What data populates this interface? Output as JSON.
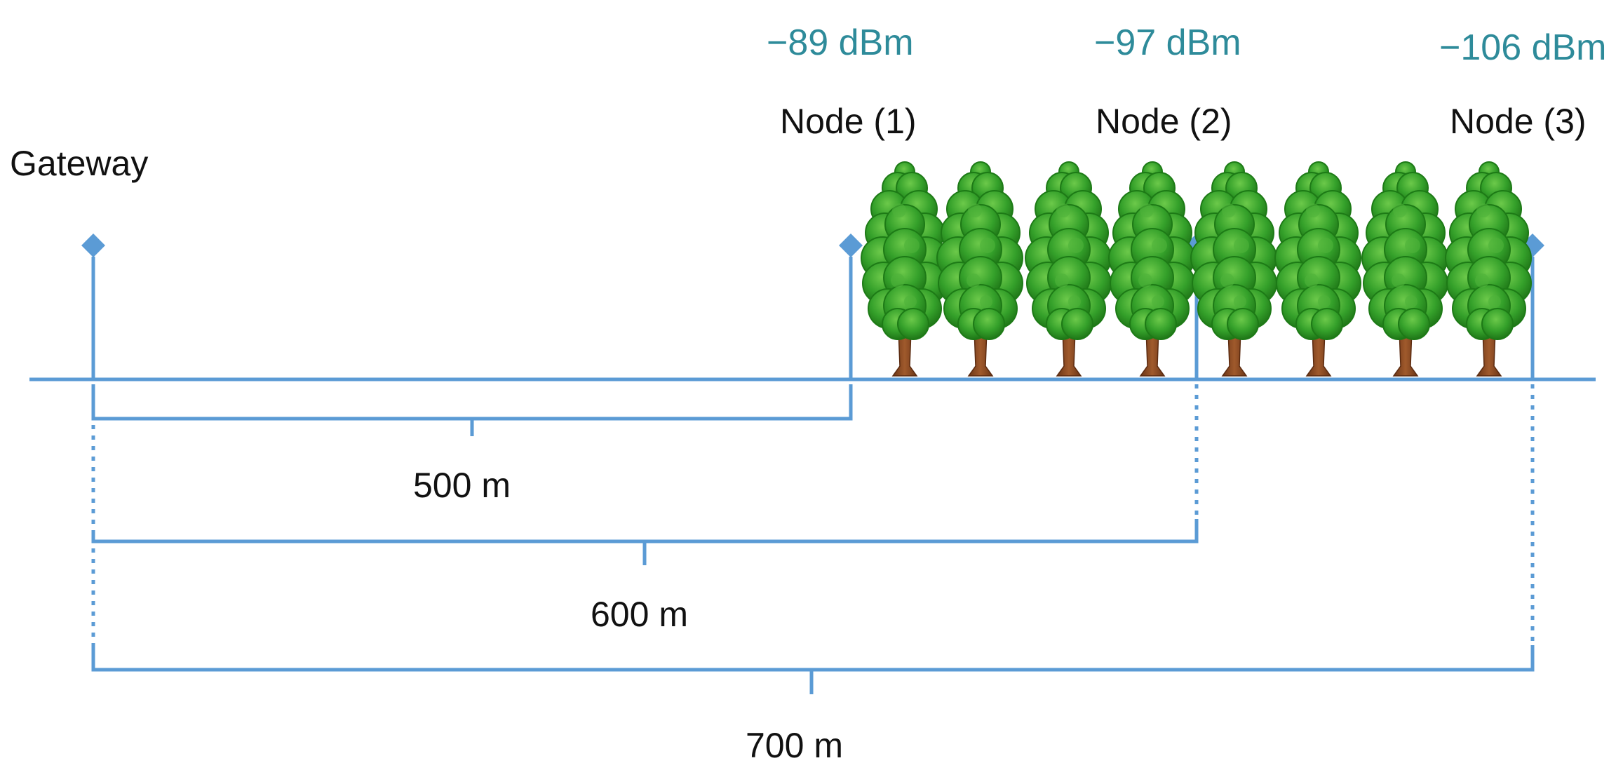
{
  "colors": {
    "line": "#5b9bd5",
    "signal_text": "#2e8b9a",
    "label_text": "#111111",
    "tree_leaf_dark": "#1d7a16",
    "tree_leaf_light": "#4fb33a",
    "tree_trunk": "#8a4a22"
  },
  "gateway": {
    "label": "Gateway",
    "icon": "antenna-marker-icon"
  },
  "nodes": [
    {
      "label": "Node (1)",
      "signal": "−89 dBm",
      "icon": "antenna-marker-icon"
    },
    {
      "label": "Node (2)",
      "signal": "−97 dBm",
      "icon": "antenna-marker-icon"
    },
    {
      "label": "Node (3)",
      "signal": "−106 dBm",
      "icon": "antenna-marker-icon"
    }
  ],
  "distances": [
    {
      "label": "500 m",
      "to_node": 1
    },
    {
      "label": "600 m",
      "to_node": 2
    },
    {
      "label": "700 m",
      "to_node": 3
    }
  ],
  "trees": {
    "count": 8,
    "icon": "tree-icon"
  }
}
